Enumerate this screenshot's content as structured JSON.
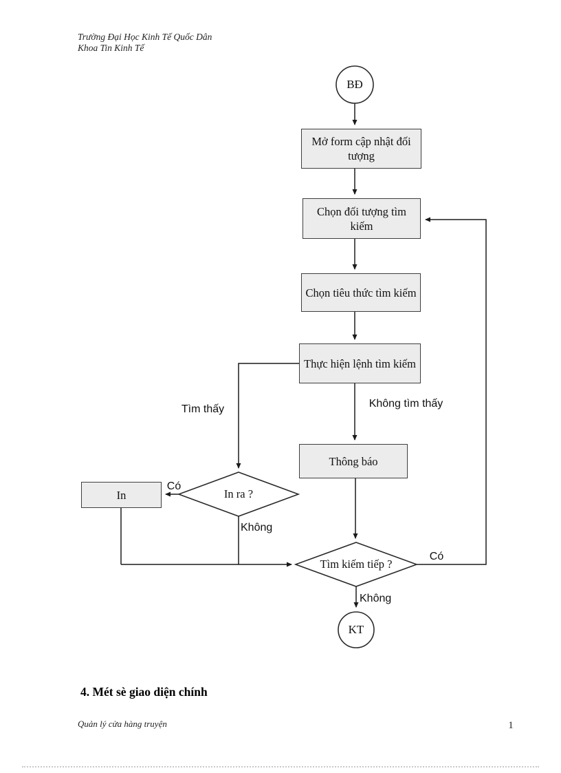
{
  "page": {
    "header": {
      "line1": "Trường Đại Học Kinh Tế Quốc Dân",
      "line2": "Khoa Tin Kinh Tế"
    },
    "section_heading": "4. Mét sè giao diện chính",
    "footer": {
      "left_text": "Quản lý cửa hàng truyện",
      "page_number": "1"
    }
  },
  "flowchart": {
    "start_label": "BĐ",
    "end_label": "KT",
    "boxes": {
      "open_form": "Mở form cập nhật đối tượng",
      "choose_object": "Chọn đối tượng tìm kiếm",
      "choose_criteria": "Chọn tiêu thức tìm kiếm",
      "execute_search": "Thực hiện lệnh tìm kiếm",
      "notify": "Thông báo",
      "print": "In"
    },
    "decisions": {
      "print_question": "In ra ?",
      "continue_question": "Tìm kiếm tiếp ?"
    },
    "edge_labels": {
      "found": "Tìm thấy",
      "not_found": "Không tìm thấy",
      "print_yes": "Có",
      "print_no": "Không",
      "continue_yes": "Có",
      "continue_no": "Không"
    },
    "colors": {
      "box_fill": "#ececec",
      "box_border": "#3d3d3d",
      "line": "#1a1a1a",
      "paper": "#ffffff"
    }
  }
}
